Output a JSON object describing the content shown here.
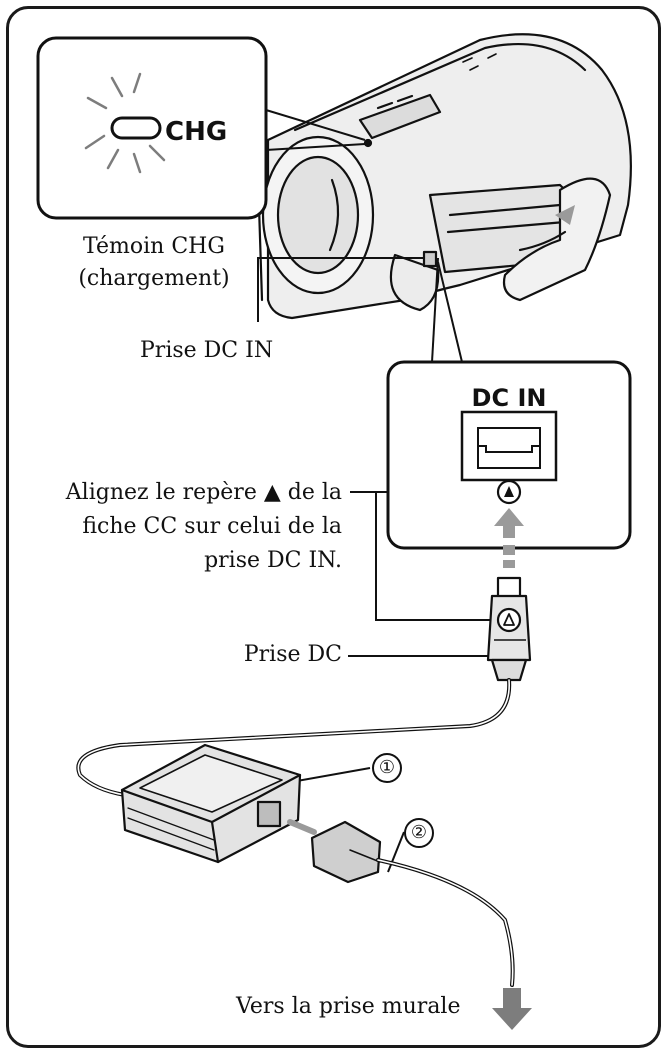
{
  "diagram": {
    "chg_indicator": {
      "badge_text": "CHG",
      "caption_line1": "Témoin CHG",
      "caption_line2": "(chargement)"
    },
    "dc_in_jack_label": "Prise DC IN",
    "dc_in_panel": {
      "title": "DC IN"
    },
    "align_instruction": {
      "line1": "Alignez le repère ▲ de la",
      "line2": "fiche CC sur celui de la",
      "line3": "prise DC IN."
    },
    "dc_plug_label": "Prise DC",
    "callouts": {
      "adapter_number": "①",
      "cord_number": "②"
    },
    "wall_outlet_label": "Vers la prise murale",
    "colors": {
      "line": "#111111",
      "camera_gray": "#e6e6e6",
      "adapter_gray": "#d9d9d9",
      "arrow_gray": "#9a9a9a",
      "glow": "#7d7d7d"
    }
  }
}
